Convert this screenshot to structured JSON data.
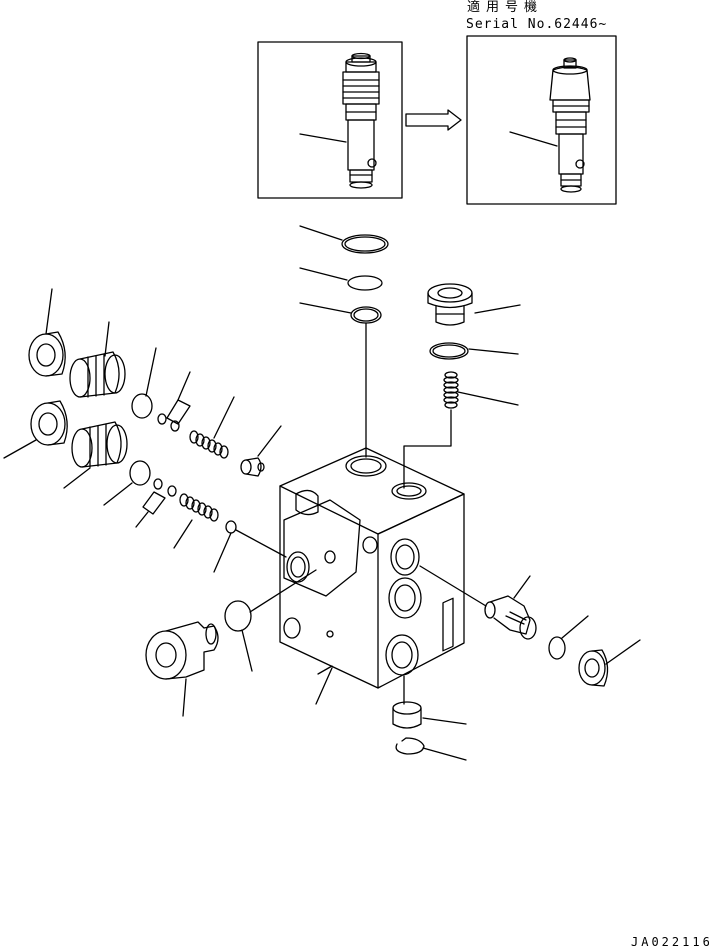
{
  "header": {
    "applicable_models": "適用号機",
    "serial_range": "Serial No.62446~"
  },
  "footer": {
    "drawing_code": "JA022116"
  },
  "inset": {
    "arrow_meaning": "superseded-by"
  },
  "colors": {
    "line": "#000000",
    "background": "#ffffff"
  }
}
